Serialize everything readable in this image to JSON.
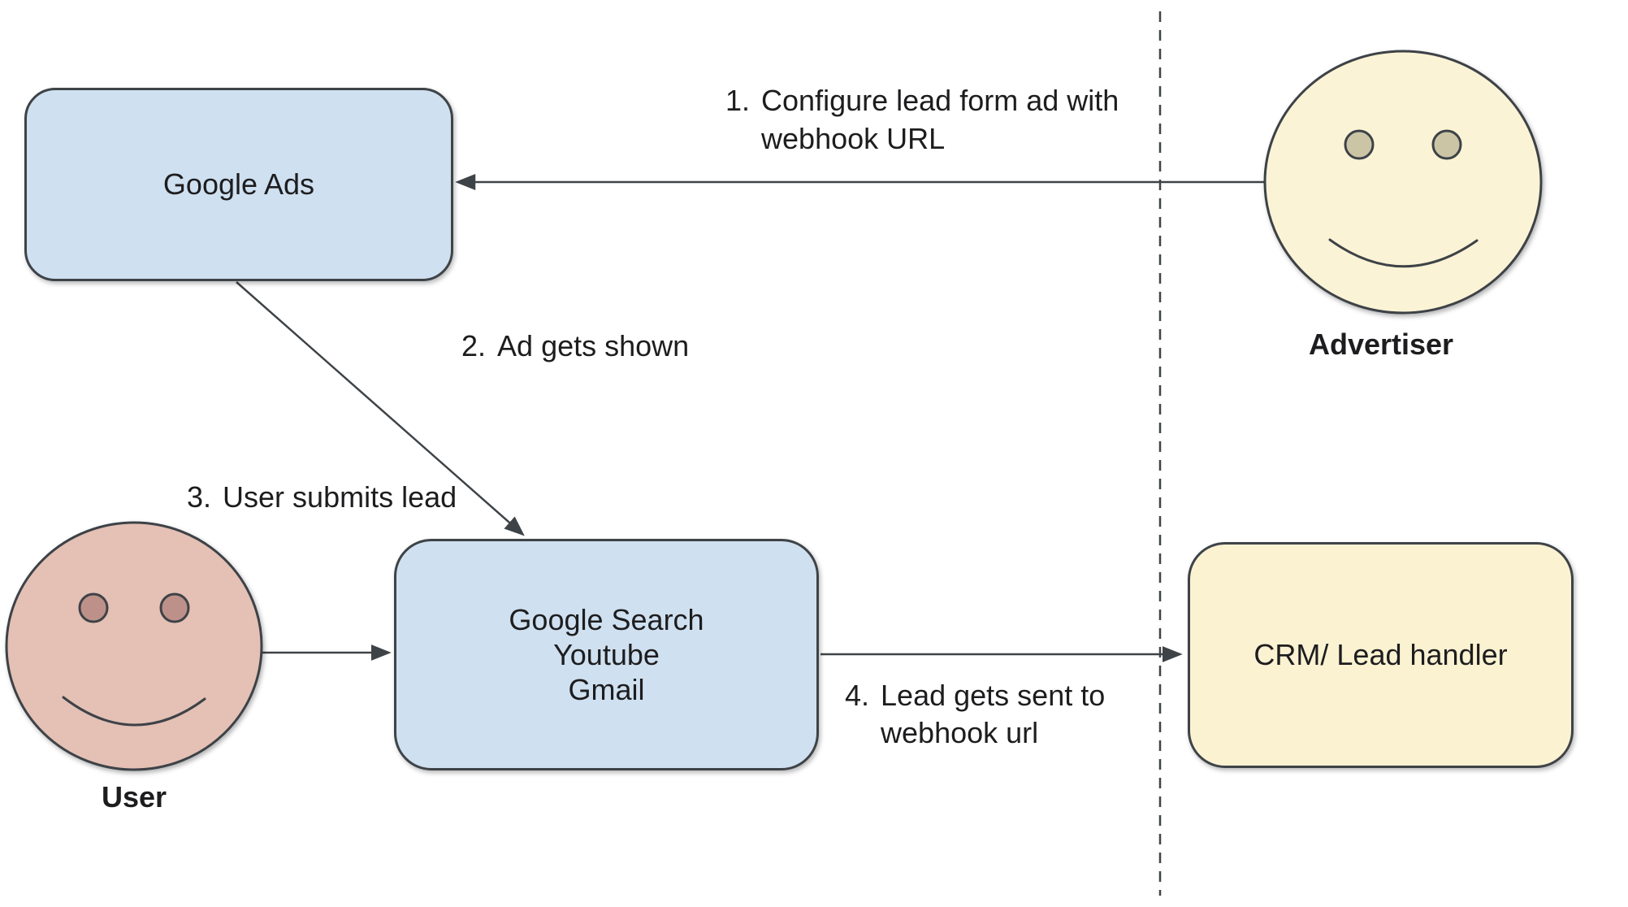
{
  "nodes": {
    "google_ads": {
      "label": "Google Ads"
    },
    "google_properties": {
      "lines": [
        "Google Search",
        "Youtube",
        "Gmail"
      ]
    },
    "crm": {
      "label": "CRM/ Lead handler"
    }
  },
  "actors": {
    "advertiser": {
      "label": "Advertiser"
    },
    "user": {
      "label": "User"
    }
  },
  "steps": [
    {
      "num": "1.",
      "lines": [
        "Configure lead form ad with",
        "webhook URL"
      ]
    },
    {
      "num": "2.",
      "lines": [
        "Ad gets shown"
      ]
    },
    {
      "num": "3.",
      "lines": [
        "User submits lead"
      ]
    },
    {
      "num": "4.",
      "lines": [
        "Lead gets sent to",
        "webhook url"
      ]
    }
  ],
  "colors": {
    "background": "#ffffff",
    "node_blue_fill": "#cfe0f0",
    "node_yellow_fill": "#fbf2d2",
    "advertiser_face_fill": "#fbf3d5",
    "advertiser_eye_fill": "#cbc5a6",
    "user_face_fill": "#e4c0b5",
    "user_eye_fill": "#bd9189",
    "outline": "#3e4347",
    "text": "#1d1d1f"
  }
}
